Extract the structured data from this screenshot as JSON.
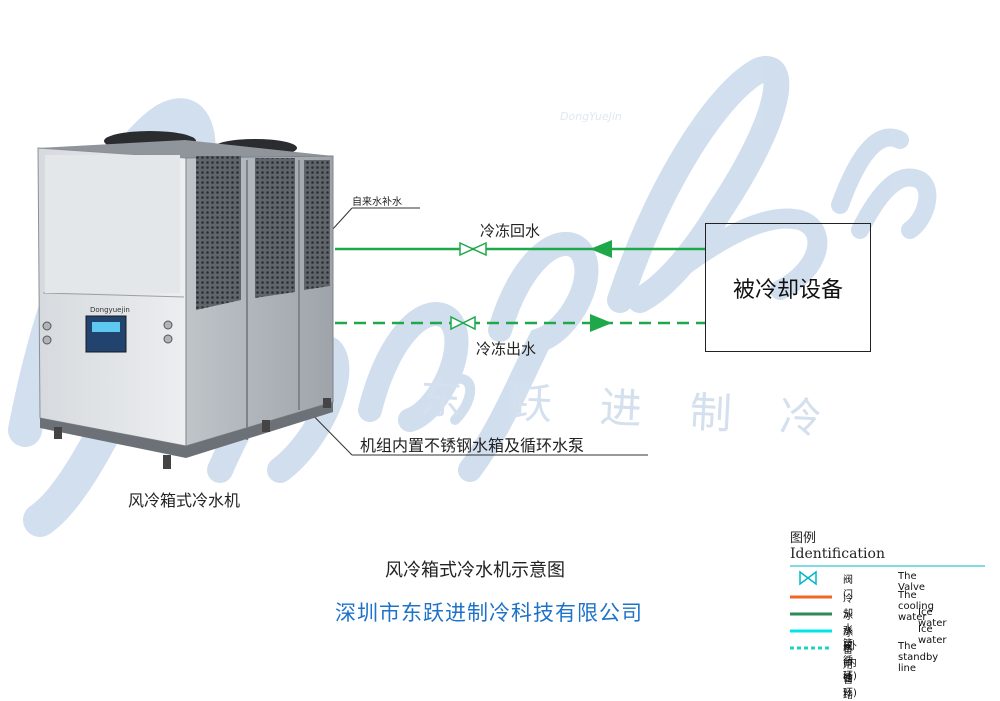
{
  "labels": {
    "makeup_water": "自来水补水",
    "return_water": "冷冻回水",
    "outlet_water": "冷冻出水",
    "cooled_equipment": "被冷却设备",
    "builtin_tank": "机组内置不锈钢水箱及循环水泵",
    "machine_name": "风冷箱式冷水机",
    "unit_brand": "Dongyuejin"
  },
  "title": "风冷箱式冷水机示意图",
  "company": "深圳市东跃进制冷科技有限公司",
  "watermark": {
    "script": "DongYueJin",
    "chinese": "东跃进制冷"
  },
  "legend": {
    "title_cn": "图例",
    "title_en": "Identification",
    "items": [
      {
        "cn": "阀　　门",
        "en": "The Valve",
        "color": "#00b7c8",
        "icon": "valve-icon"
      },
      {
        "cn": "冷却水管",
        "en": "The cooling water",
        "color": "#f26522",
        "icon": "solid-line"
      },
      {
        "cn": "冰水(外循环)",
        "en": "Ice water",
        "color": "#2e8b57",
        "icon": "solid-line"
      },
      {
        "cn": "冰水(内循环)",
        "en": "Ice water",
        "color": "#00e5e5",
        "icon": "solid-line"
      },
      {
        "cn": "备用管路",
        "en": "The standby line",
        "color": "#1fd3c4",
        "icon": "dotted-line"
      }
    ]
  },
  "colors": {
    "pipe_green": "#1ea84a",
    "company_blue": "#1e73c8",
    "watermark_blue": "#c9d9ec"
  }
}
